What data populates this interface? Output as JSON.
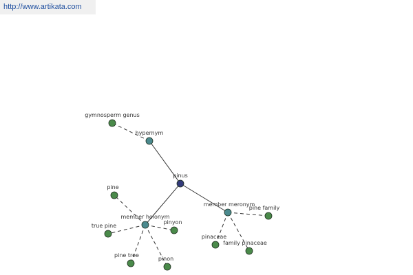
{
  "header": {
    "url": "http://www.artikata.com"
  },
  "graph": {
    "colors": {
      "root_node": "#333a7a",
      "relation_node": "#4b8a8e",
      "leaf_node": "#4a8a4a",
      "edge": "#333333"
    },
    "nodes": [
      {
        "id": "pinus",
        "label": "pinus",
        "kind": "root"
      },
      {
        "id": "hypernym",
        "label": "hypernym",
        "kind": "relation"
      },
      {
        "id": "member-meronym",
        "label": "member meronym",
        "kind": "relation"
      },
      {
        "id": "member-holonym",
        "label": "member holonym",
        "kind": "relation"
      },
      {
        "id": "gymnosperm-genus",
        "label": "gymnosperm genus",
        "kind": "leaf"
      },
      {
        "id": "pine-family",
        "label": "pine family",
        "kind": "leaf"
      },
      {
        "id": "pinaceae",
        "label": "pinaceae",
        "kind": "leaf"
      },
      {
        "id": "family-pinaceae",
        "label": "family pinaceae",
        "kind": "leaf"
      },
      {
        "id": "pine",
        "label": "pine",
        "kind": "leaf"
      },
      {
        "id": "true-pine",
        "label": "true pine",
        "kind": "leaf"
      },
      {
        "id": "pinyon",
        "label": "pinyon",
        "kind": "leaf"
      },
      {
        "id": "pine-tree",
        "label": "pine tree",
        "kind": "leaf"
      },
      {
        "id": "pinon",
        "label": "pinon",
        "kind": "leaf"
      }
    ],
    "edges": [
      {
        "from": "pinus",
        "to": "hypernym",
        "style": "solid"
      },
      {
        "from": "pinus",
        "to": "member-meronym",
        "style": "solid"
      },
      {
        "from": "pinus",
        "to": "member-holonym",
        "style": "solid"
      },
      {
        "from": "hypernym",
        "to": "gymnosperm-genus",
        "style": "dashed"
      },
      {
        "from": "member-meronym",
        "to": "pine-family",
        "style": "dashed"
      },
      {
        "from": "member-meronym",
        "to": "pinaceae",
        "style": "dashed"
      },
      {
        "from": "member-meronym",
        "to": "family-pinaceae",
        "style": "dashed"
      },
      {
        "from": "member-holonym",
        "to": "pine",
        "style": "dashed"
      },
      {
        "from": "member-holonym",
        "to": "true-pine",
        "style": "dashed"
      },
      {
        "from": "member-holonym",
        "to": "pinyon",
        "style": "dashed"
      },
      {
        "from": "member-holonym",
        "to": "pine-tree",
        "style": "dashed"
      },
      {
        "from": "member-holonym",
        "to": "pinon",
        "style": "dashed"
      }
    ]
  }
}
